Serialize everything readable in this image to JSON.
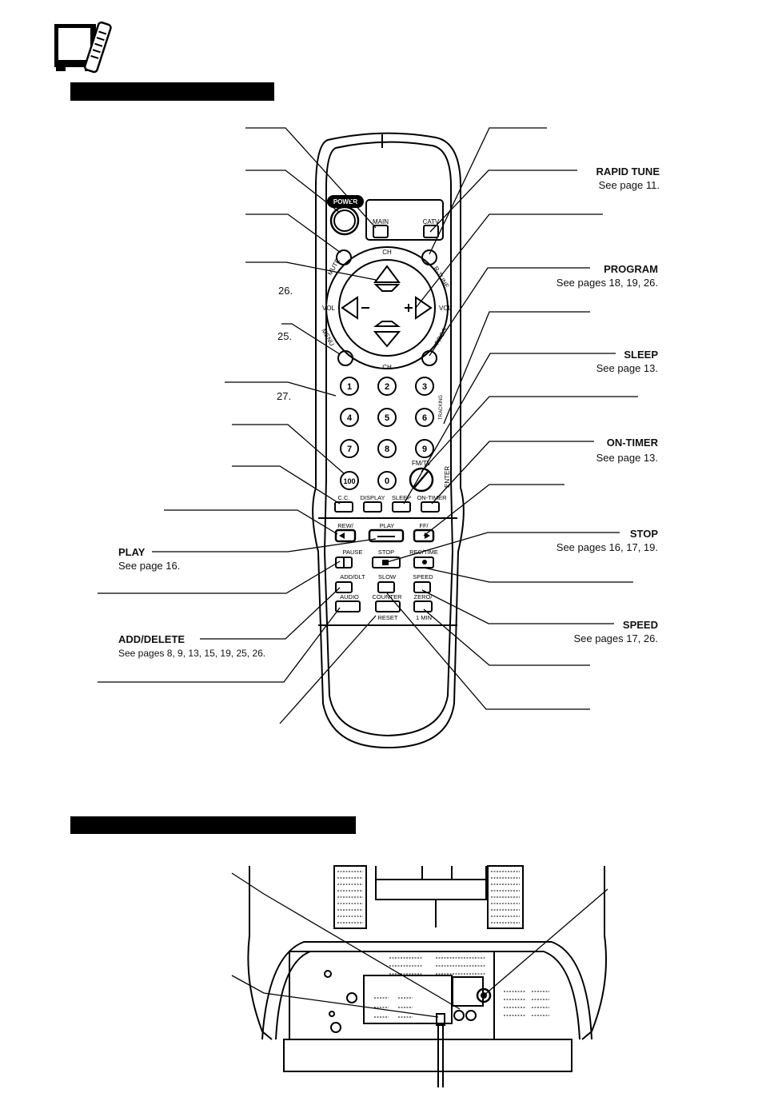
{
  "labels": {
    "rapid_tune": {
      "title": "RAPID TUNE",
      "ref": "See page 11."
    },
    "program": {
      "title": "PROGRAM",
      "ref": "See pages 18, 19, 26."
    },
    "sleep": {
      "title": "SLEEP",
      "ref": "See page 13."
    },
    "on_timer": {
      "title": "ON-TIMER",
      "ref": "See page 13."
    },
    "stop": {
      "title": "STOP",
      "ref": "See pages 16, 17, 19."
    },
    "speed": {
      "title": "SPEED",
      "ref": "See pages 17, 26."
    },
    "play": {
      "title": "PLAY",
      "ref": "See page 16."
    },
    "add_delete": {
      "title": "ADD/DELETE",
      "ref": "See pages 8, 9, 13, 15, 19, 25, 26."
    }
  },
  "page_refs": [
    "26.",
    "25.",
    "27."
  ],
  "remote": {
    "power": "POWER",
    "main": "MAIN",
    "catv": "CATV",
    "mute": "MUTE",
    "ch_top": "CH",
    "ch_bottom": "CH",
    "vol_left": "VOL",
    "vol_right": "VOL",
    "r_tune": "R-TUNE",
    "menu": "MENU",
    "prog": "PROG",
    "tracking": "TRACKING",
    "digits": [
      "1",
      "2",
      "3",
      "4",
      "5",
      "6",
      "7",
      "8",
      "9",
      "100",
      "0"
    ],
    "fm_tv": "FM/TV",
    "enter": "ENTER",
    "row_labels": [
      "C.C.",
      "DISPLAY",
      "SLEEP",
      "ON-TIMER"
    ],
    "transport": [
      "REW/",
      "PLAY",
      "FF/"
    ],
    "row2": [
      "PAUSE",
      "STOP",
      "REC/TIME"
    ],
    "row3": [
      "ADD/DLT",
      "SLOW",
      "SPEED"
    ],
    "row4": [
      "AUDIO",
      "COUNTER",
      "ZERO/"
    ],
    "reset": "RESET",
    "one_min": "1 MIN"
  }
}
